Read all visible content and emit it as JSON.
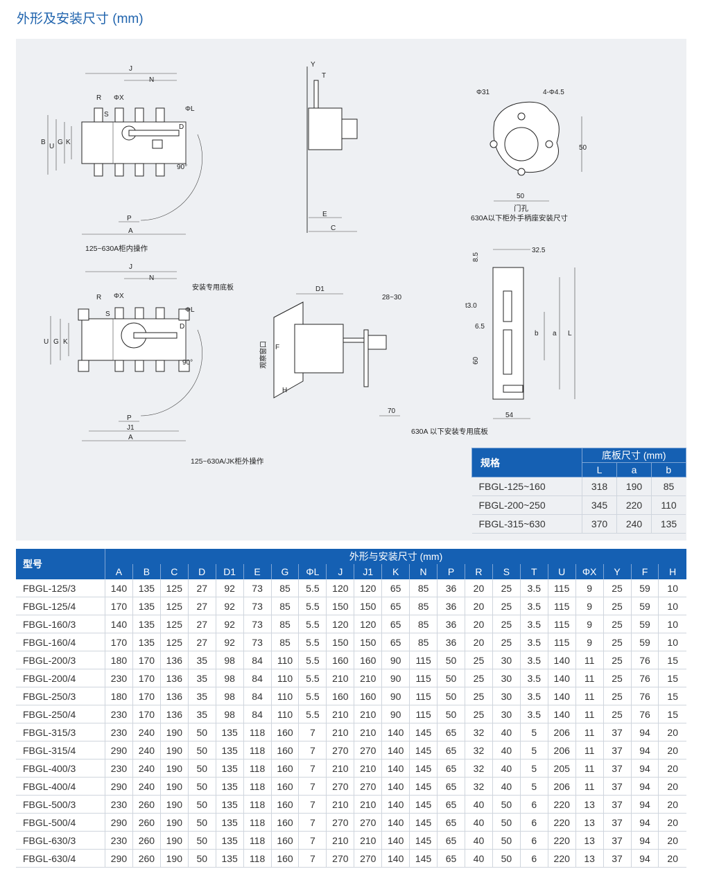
{
  "page_title": "外形及安装尺寸 (mm)",
  "drawings": {
    "labels": {
      "J": "J",
      "N": "N",
      "R": "R",
      "S": "S",
      "PhiX": "ΦX",
      "PhiL": "ΦL",
      "B": "B",
      "U": "U",
      "G": "G",
      "K": "K",
      "D": "D",
      "P": "P",
      "A": "A",
      "J1": "J1",
      "angle": "90°",
      "Y": "Y",
      "T": "T",
      "E": "E",
      "C": "C",
      "D1": "D1",
      "F": "F",
      "H": "H",
      "L": "L",
      "a": "a",
      "b": "b",
      "phi31": "Φ31",
      "holes": "4-Φ4.5",
      "d50h": "50",
      "d50v": "50",
      "d325": "32.5",
      "d85": "8.5",
      "t30": "t3.0",
      "d65": "6.5",
      "d60": "60",
      "d54": "54",
      "d2830": "28~30",
      "d70": "70"
    },
    "captions": {
      "inside": "125~630A柜内操作",
      "outside": "125~630A/JK柜外操作",
      "door_hole": "门孔",
      "handle_seat": "630A以下柜外手柄座安装尺寸",
      "plate_note": "安装专用底板",
      "plate_caption": "630A 以下安装专用底板",
      "window": "观察窗口"
    }
  },
  "plate_table": {
    "spec_header": "规格",
    "group_header": "底板尺寸 (mm)",
    "columns": [
      "L",
      "a",
      "b"
    ],
    "rows": [
      [
        "FBGL-125~160",
        "318",
        "190",
        "85"
      ],
      [
        "FBGL-200~250",
        "345",
        "220",
        "110"
      ],
      [
        "FBGL-315~630",
        "370",
        "240",
        "135"
      ]
    ]
  },
  "dim_table": {
    "model_header": "型号",
    "group_header": "外形与安装尺寸 (mm)",
    "columns": [
      "A",
      "B",
      "C",
      "D",
      "D1",
      "E",
      "G",
      "ΦL",
      "J",
      "J1",
      "K",
      "N",
      "P",
      "R",
      "S",
      "T",
      "U",
      "ΦX",
      "Y",
      "F",
      "H"
    ],
    "rows": [
      [
        "FBGL-125/3",
        "140",
        "135",
        "125",
        "27",
        "92",
        "73",
        "85",
        "5.5",
        "120",
        "120",
        "65",
        "85",
        "36",
        "20",
        "25",
        "3.5",
        "115",
        "9",
        "25",
        "59",
        "10"
      ],
      [
        "FBGL-125/4",
        "170",
        "135",
        "125",
        "27",
        "92",
        "73",
        "85",
        "5.5",
        "150",
        "150",
        "65",
        "85",
        "36",
        "20",
        "25",
        "3.5",
        "115",
        "9",
        "25",
        "59",
        "10"
      ],
      [
        "FBGL-160/3",
        "140",
        "135",
        "125",
        "27",
        "92",
        "73",
        "85",
        "5.5",
        "120",
        "120",
        "65",
        "85",
        "36",
        "20",
        "25",
        "3.5",
        "115",
        "9",
        "25",
        "59",
        "10"
      ],
      [
        "FBGL-160/4",
        "170",
        "135",
        "125",
        "27",
        "92",
        "73",
        "85",
        "5.5",
        "150",
        "150",
        "65",
        "85",
        "36",
        "20",
        "25",
        "3.5",
        "115",
        "9",
        "25",
        "59",
        "10"
      ],
      [
        "FBGL-200/3",
        "180",
        "170",
        "136",
        "35",
        "98",
        "84",
        "110",
        "5.5",
        "160",
        "160",
        "90",
        "115",
        "50",
        "25",
        "30",
        "3.5",
        "140",
        "11",
        "25",
        "76",
        "15"
      ],
      [
        "FBGL-200/4",
        "230",
        "170",
        "136",
        "35",
        "98",
        "84",
        "110",
        "5.5",
        "210",
        "210",
        "90",
        "115",
        "50",
        "25",
        "30",
        "3.5",
        "140",
        "11",
        "25",
        "76",
        "15"
      ],
      [
        "FBGL-250/3",
        "180",
        "170",
        "136",
        "35",
        "98",
        "84",
        "110",
        "5.5",
        "160",
        "160",
        "90",
        "115",
        "50",
        "25",
        "30",
        "3.5",
        "140",
        "11",
        "25",
        "76",
        "15"
      ],
      [
        "FBGL-250/4",
        "230",
        "170",
        "136",
        "35",
        "98",
        "84",
        "110",
        "5.5",
        "210",
        "210",
        "90",
        "115",
        "50",
        "25",
        "30",
        "3.5",
        "140",
        "11",
        "25",
        "76",
        "15"
      ],
      [
        "FBGL-315/3",
        "230",
        "240",
        "190",
        "50",
        "135",
        "118",
        "160",
        "7",
        "210",
        "210",
        "140",
        "145",
        "65",
        "32",
        "40",
        "5",
        "206",
        "11",
        "37",
        "94",
        "20"
      ],
      [
        "FBGL-315/4",
        "290",
        "240",
        "190",
        "50",
        "135",
        "118",
        "160",
        "7",
        "270",
        "270",
        "140",
        "145",
        "65",
        "32",
        "40",
        "5",
        "206",
        "11",
        "37",
        "94",
        "20"
      ],
      [
        "FBGL-400/3",
        "230",
        "240",
        "190",
        "50",
        "135",
        "118",
        "160",
        "7",
        "210",
        "210",
        "140",
        "145",
        "65",
        "32",
        "40",
        "5",
        "205",
        "11",
        "37",
        "94",
        "20"
      ],
      [
        "FBGL-400/4",
        "290",
        "240",
        "190",
        "50",
        "135",
        "118",
        "160",
        "7",
        "270",
        "270",
        "140",
        "145",
        "65",
        "32",
        "40",
        "5",
        "206",
        "11",
        "37",
        "94",
        "20"
      ],
      [
        "FBGL-500/3",
        "230",
        "260",
        "190",
        "50",
        "135",
        "118",
        "160",
        "7",
        "210",
        "210",
        "140",
        "145",
        "65",
        "40",
        "50",
        "6",
        "220",
        "13",
        "37",
        "94",
        "20"
      ],
      [
        "FBGL-500/4",
        "290",
        "260",
        "190",
        "50",
        "135",
        "118",
        "160",
        "7",
        "270",
        "270",
        "140",
        "145",
        "65",
        "40",
        "50",
        "6",
        "220",
        "13",
        "37",
        "94",
        "20"
      ],
      [
        "FBGL-630/3",
        "230",
        "260",
        "190",
        "50",
        "135",
        "118",
        "160",
        "7",
        "210",
        "210",
        "140",
        "145",
        "65",
        "40",
        "50",
        "6",
        "220",
        "13",
        "37",
        "94",
        "20"
      ],
      [
        "FBGL-630/4",
        "290",
        "260",
        "190",
        "50",
        "135",
        "118",
        "160",
        "7",
        "270",
        "270",
        "140",
        "145",
        "65",
        "40",
        "50",
        "6",
        "220",
        "13",
        "37",
        "94",
        "20"
      ]
    ]
  }
}
